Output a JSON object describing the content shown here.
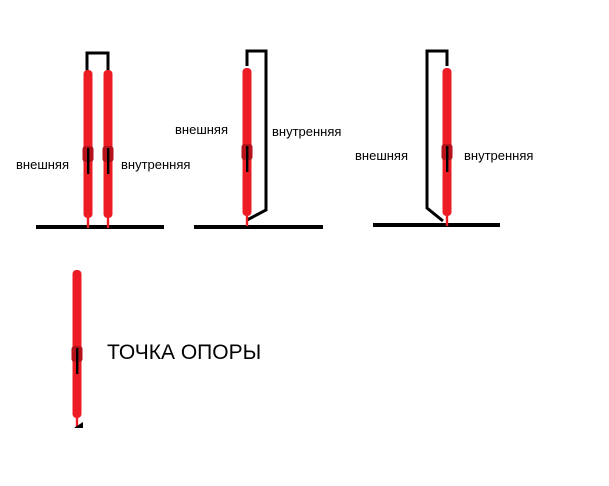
{
  "labels": {
    "outer": "внешняя",
    "inner": "внутренняя",
    "support_point": "ТОЧКА ОПОРЫ"
  },
  "colors": {
    "probe_red": "#ed1c24",
    "probe_dark": "#b5121b",
    "line": "#000000",
    "background": "#ffffff"
  }
}
